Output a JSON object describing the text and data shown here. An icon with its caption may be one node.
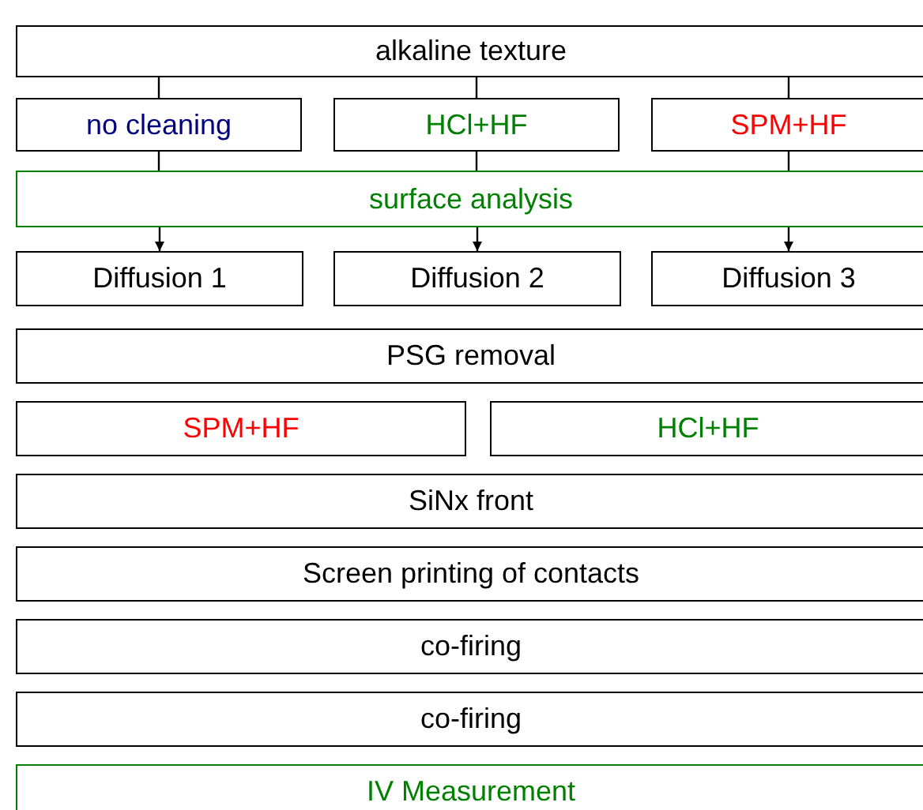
{
  "diagram": {
    "nodes": [
      {
        "text": [
          "alkaline texture"
        ]
      },
      {
        "text": [
          "no cleaning"
        ]
      },
      {
        "text": [
          "HCl+HF"
        ]
      },
      {
        "text": [
          "SPM+HF"
        ]
      },
      {
        "text": [
          "surface analysis"
        ]
      },
      {
        "text": [
          "Diffusion 1"
        ]
      },
      {
        "text": [
          "Diffusion 2"
        ]
      },
      {
        "text": [
          "Diffusion 3"
        ]
      },
      {
        "text": [
          "PSG removal"
        ]
      },
      {
        "text": [
          "SPM+HF"
        ]
      },
      {
        "text": [
          "HCl+HF"
        ]
      },
      {
        "text": [
          "SiNx front"
        ]
      },
      {
        "text": [
          "Screen printing of contacts"
        ]
      },
      {
        "text": [
          "co-firing"
        ]
      },
      {
        "text": [
          "co-firing"
        ]
      },
      {
        "text": [
          "IV Measurement"
        ]
      }
    ],
    "edges": [
      {
        "from": 0,
        "to": 1,
        "arrow": "none"
      },
      {
        "from": 0,
        "to": 2,
        "arrow": "none"
      },
      {
        "from": 0,
        "to": 3,
        "arrow": "none"
      },
      {
        "from": 1,
        "to": 4,
        "arrow": "none"
      },
      {
        "from": 2,
        "to": 4,
        "arrow": "none"
      },
      {
        "from": 3,
        "to": 4,
        "arrow": "none"
      },
      {
        "from": 4,
        "to": 5,
        "arrow": "to"
      },
      {
        "from": 4,
        "to": 6,
        "arrow": "to"
      },
      {
        "from": 4,
        "to": 7,
        "arrow": "to"
      }
    ]
  }
}
